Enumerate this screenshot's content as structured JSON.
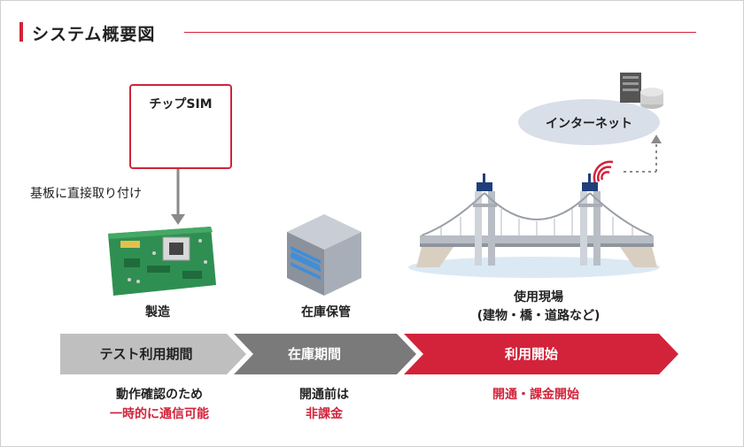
{
  "title": "システム概要図",
  "chip": {
    "label": "チップSIM"
  },
  "mount_label": "基板に直接取り付け",
  "stages": {
    "manufacturing": "製造",
    "storage": "在庫保管",
    "usage": "使用現場",
    "usage_sub": "(建物・橋・道路など)"
  },
  "internet_label": "インターネット",
  "phases": [
    {
      "label": "テスト利用期間"
    },
    {
      "label": "在庫期間"
    },
    {
      "label": "利用開始"
    }
  ],
  "notes": {
    "test_line1": "動作確認のため",
    "test_line2": "一時的に通信可能",
    "storage_line1": "開通前は",
    "storage_line2": "非課金",
    "use_line1": "開通・課金開始"
  },
  "colors": {
    "accent": "#d2233a",
    "gray_phase": "#bfbfbf",
    "dark_phase": "#7a7a7a",
    "red_phase": "#d2233a"
  }
}
